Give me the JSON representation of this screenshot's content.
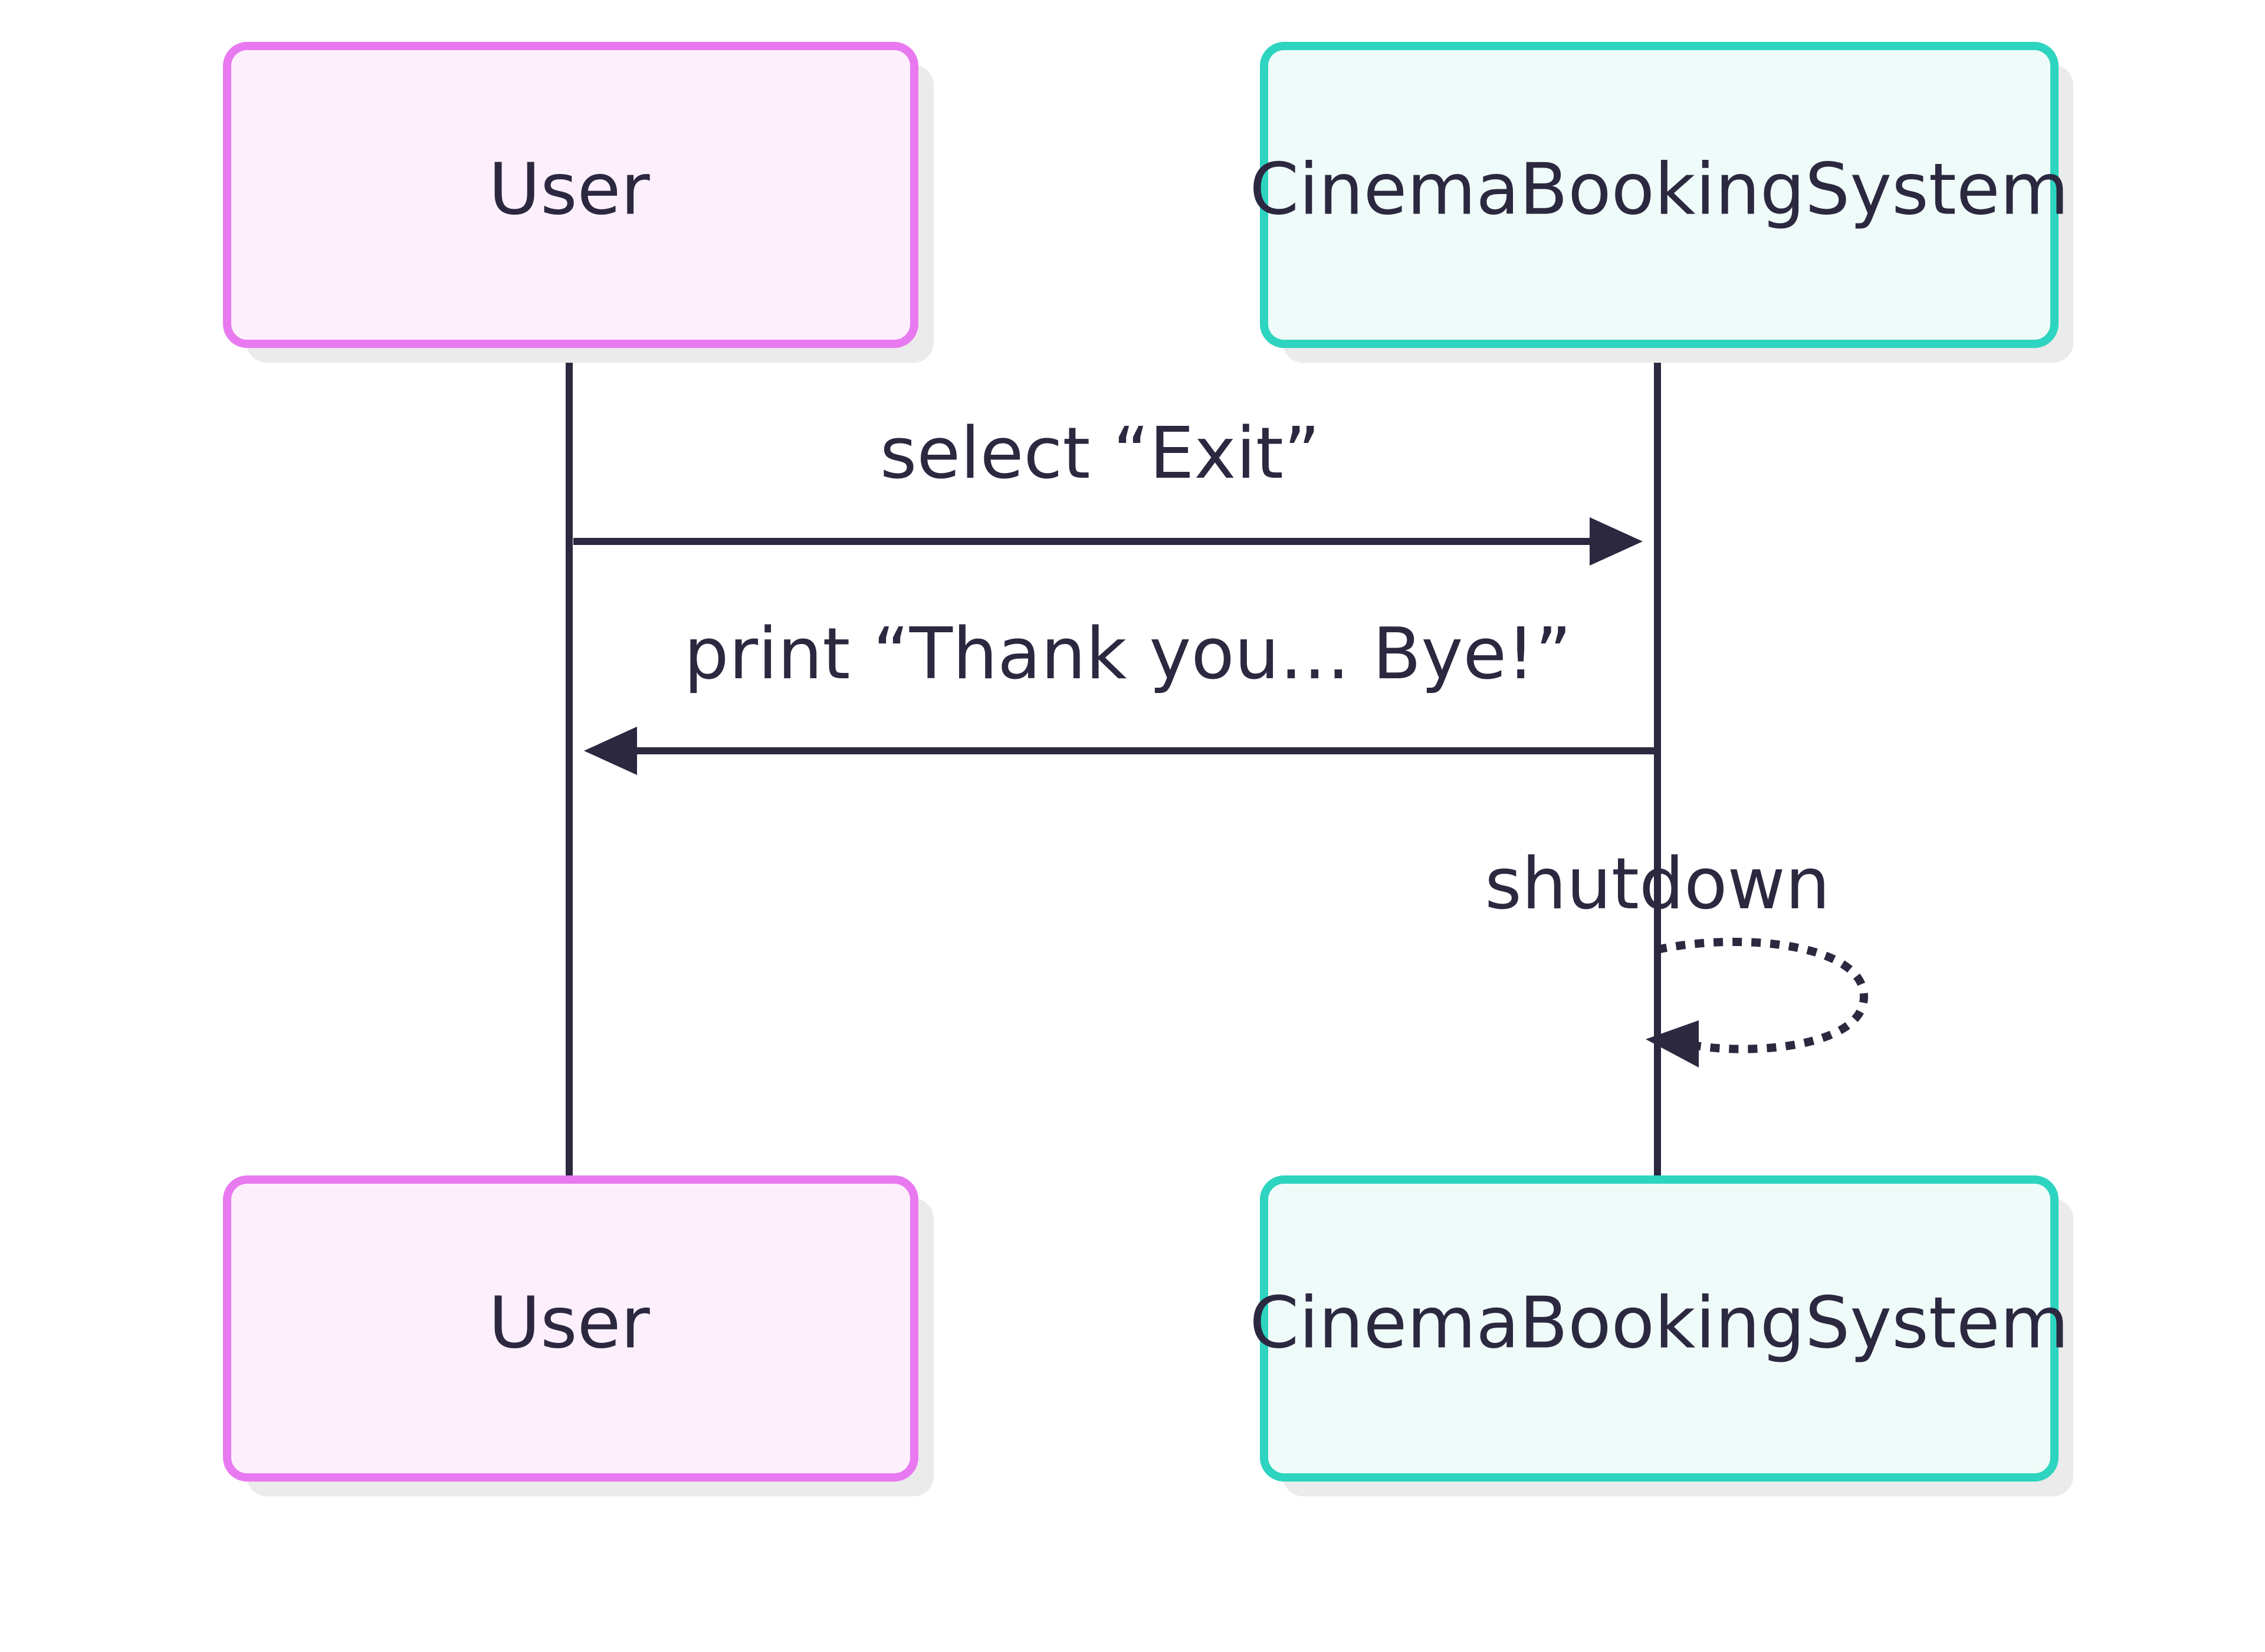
{
  "participants": [
    {
      "id": "user",
      "label": "User",
      "fill": "#fdf0fc",
      "stroke": "#e879f0"
    },
    {
      "id": "system",
      "label": "CinemaBookingSystem",
      "fill": "#effbf8",
      "stroke": "#2dd4bf"
    }
  ],
  "messages": [
    {
      "from": "User",
      "to": "CinemaBookingSystem",
      "label": "select “Exit”",
      "style": "solid"
    },
    {
      "from": "CinemaBookingSystem",
      "to": "User",
      "label": "print “Thank you… Bye!”",
      "style": "solid"
    },
    {
      "from": "CinemaBookingSystem",
      "to": "CinemaBookingSystem",
      "label": "shutdown",
      "style": "dotted"
    }
  ],
  "colors": {
    "line": "#2b2840",
    "shadow": "#ebebeb"
  }
}
